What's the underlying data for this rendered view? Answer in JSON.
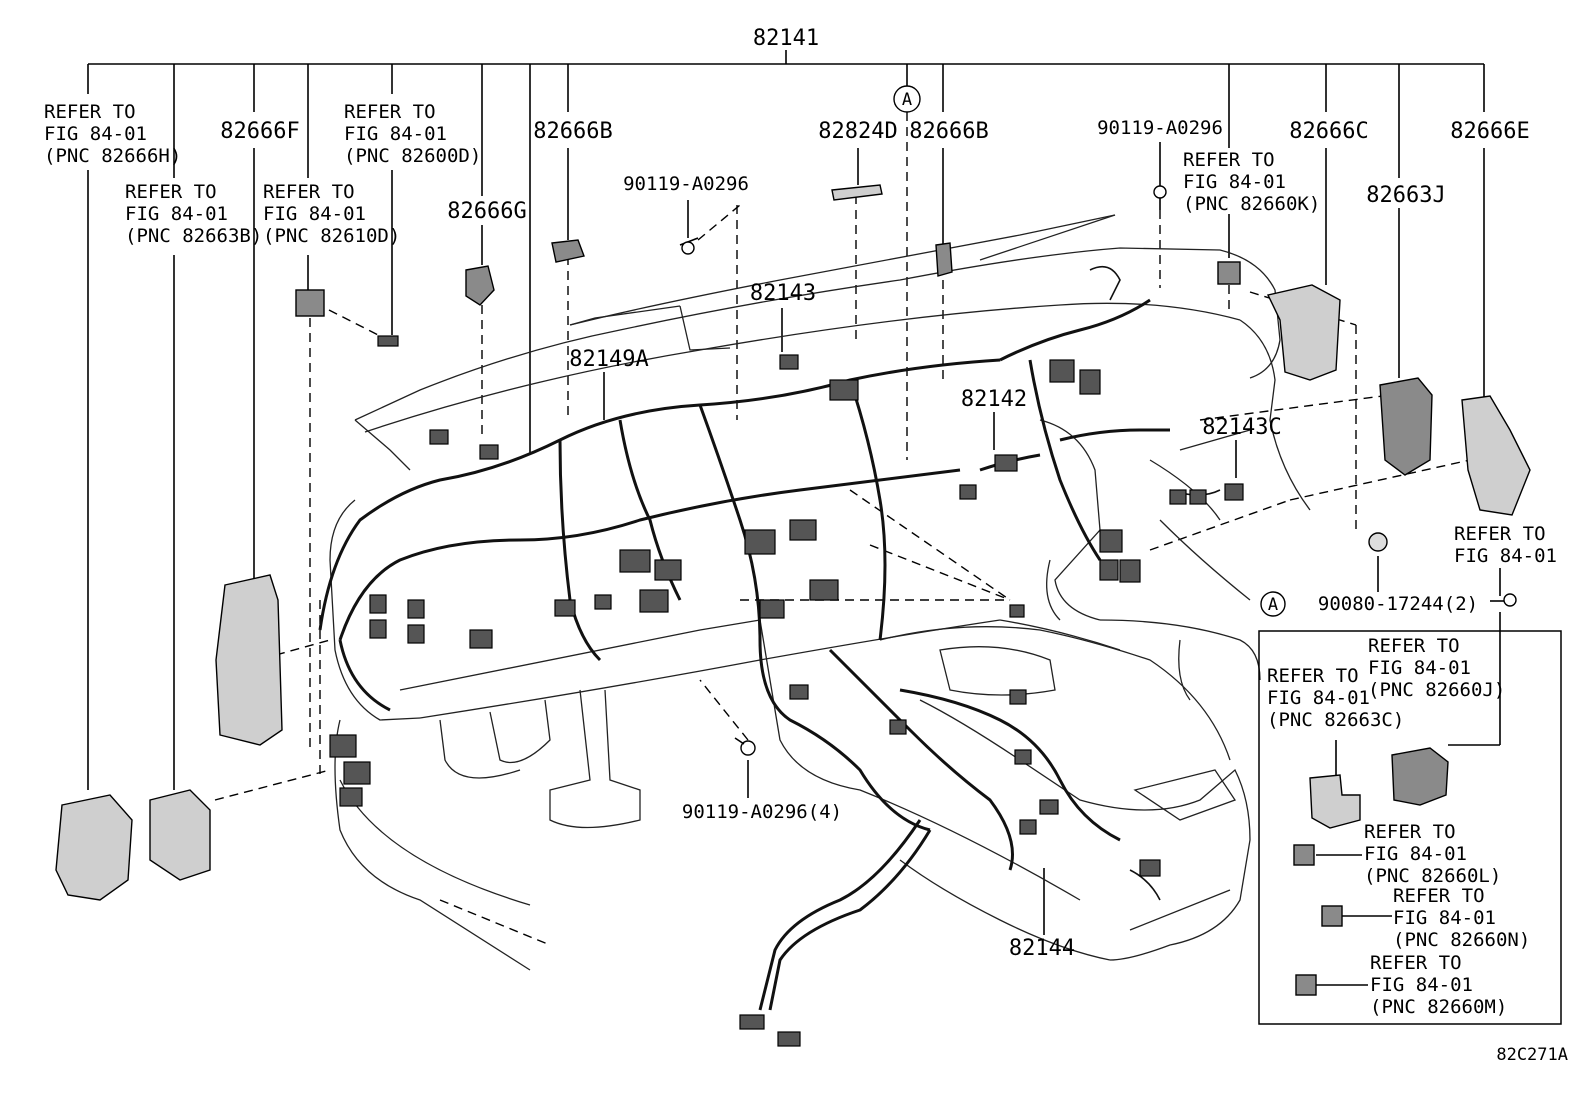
{
  "diagram_code": "82C271A",
  "callouts": {
    "main": "82141",
    "c82666F": "82666F",
    "c82666G": "82666G",
    "c82666B_left": "82666B",
    "c82824D": "82824D",
    "c82666B_right": "82666B",
    "c82666C": "82666C",
    "c82666E": "82666E",
    "c82663J": "82663J",
    "c82143": "82143",
    "c82149A": "82149A",
    "c82142": "82142",
    "c82143C": "82143C",
    "c82144": "82144",
    "bolt_top_left": "90119-A0296",
    "bolt_top_right": "90119-A0296",
    "bolt_bottom": "90119-A0296(4)",
    "clip_right": "90080-17244(2)",
    "circle_a_top": "A",
    "circle_a_inset": "A"
  },
  "refer": {
    "r1": [
      "REFER TO",
      "FIG 84-01",
      "(PNC 82666H)"
    ],
    "r2": [
      "REFER TO",
      "FIG 84-01",
      "(PNC 82600D)"
    ],
    "r3": [
      "REFER TO",
      "FIG 84-01",
      "(PNC 82663B)"
    ],
    "r4": [
      "REFER TO",
      "FIG 84-01",
      "(PNC 82610D)"
    ],
    "r5": [
      "REFER TO",
      "FIG 84-01",
      "(PNC 82660K)"
    ],
    "r6": [
      "REFER TO",
      "FIG 84-01"
    ],
    "r7": [
      "REFER TO",
      "FIG 84-01",
      "(PNC 82660J)"
    ],
    "r8": [
      "REFER TO",
      "FIG 84-01",
      "(PNC 82663C)"
    ],
    "r9": [
      "REFER TO",
      "FIG 84-01",
      "(PNC 82660L)"
    ],
    "r10": [
      "REFER TO",
      "FIG 84-01",
      "(PNC 82660N)"
    ],
    "r11": [
      "REFER TO",
      "FIG 84-01",
      "(PNC 82660M)"
    ]
  }
}
